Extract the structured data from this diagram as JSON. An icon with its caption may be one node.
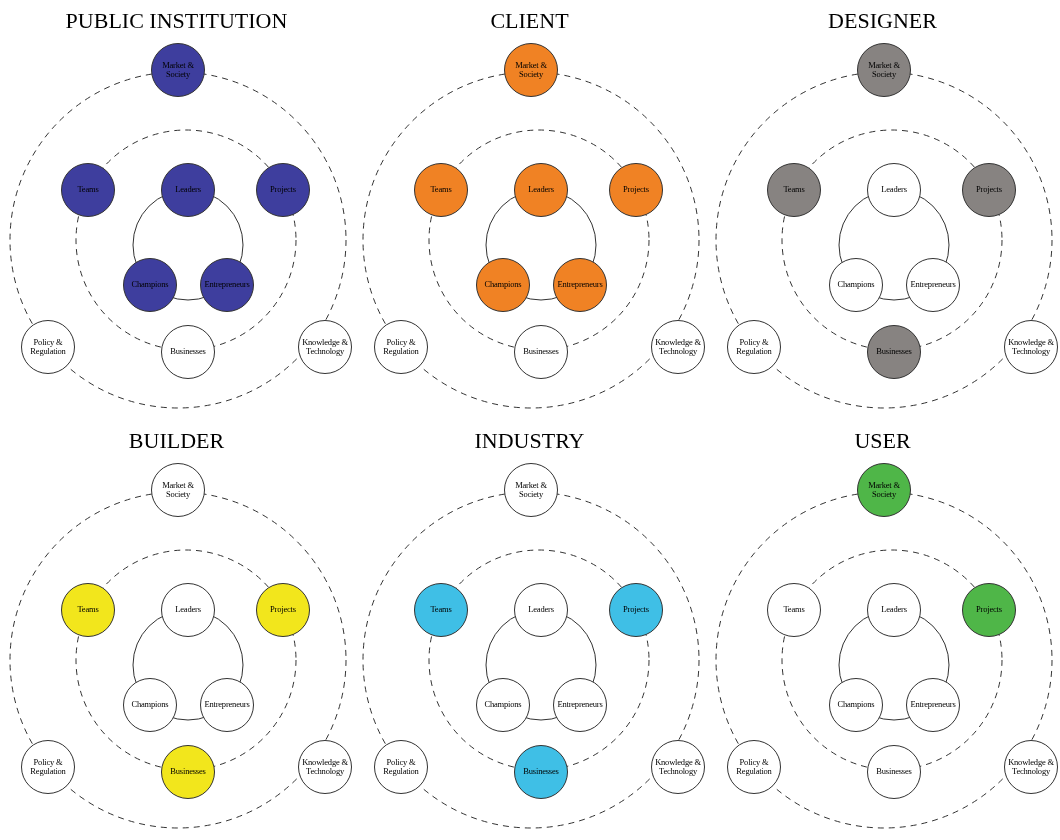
{
  "diagram": {
    "nodes": [
      {
        "text": [
          "PUBLIC INSTITUTION"
        ]
      },
      {
        "text": [
          "Market & Society"
        ]
      },
      {
        "text": [
          "Teams"
        ],
        "in": 0
      },
      {
        "text": [
          "Leaders"
        ],
        "in": 0
      },
      {
        "text": [
          "Projects"
        ],
        "in": 0
      },
      {
        "text": [
          "Champions"
        ],
        "in": 0
      },
      {
        "text": [
          "Entrepreneurs"
        ],
        "in": 0
      },
      {
        "text": [
          "Policy & Regulation"
        ]
      },
      {
        "text": [
          "Businesses"
        ],
        "in": 0
      },
      {
        "text": [
          "Knowledge & Technology"
        ]
      },
      {
        "text": [
          "CLIENT"
        ]
      },
      {
        "text": [
          "Market & Society"
        ]
      },
      {
        "text": [
          "Teams"
        ],
        "in": 10
      },
      {
        "text": [
          "Leaders"
        ],
        "in": 10
      },
      {
        "text": [
          "Projects"
        ],
        "in": 10
      },
      {
        "text": [
          "Champions"
        ],
        "in": 10
      },
      {
        "text": [
          "Entrepreneurs"
        ],
        "in": 10
      },
      {
        "text": [
          "Policy & Regulation"
        ]
      },
      {
        "text": [
          "Businesses"
        ],
        "in": 10
      },
      {
        "text": [
          "Knowledge & Technology"
        ]
      },
      {
        "text": [
          "DESIGNER"
        ]
      },
      {
        "text": [
          "Market & Society"
        ]
      },
      {
        "text": [
          "Teams"
        ],
        "in": 20
      },
      {
        "text": [
          "Leaders"
        ],
        "in": 20
      },
      {
        "text": [
          "Projects"
        ],
        "in": 20
      },
      {
        "text": [
          "Champions"
        ],
        "in": 20
      },
      {
        "text": [
          "Entrepreneurs"
        ],
        "in": 20
      },
      {
        "text": [
          "Policy & Regulation"
        ]
      },
      {
        "text": [
          "Businesses"
        ],
        "in": 20
      },
      {
        "text": [
          "Knowledge & Technology"
        ]
      },
      {
        "text": [
          "BUILDER"
        ]
      },
      {
        "text": [
          "Market & Society"
        ]
      },
      {
        "text": [
          "Teams"
        ],
        "in": 30
      },
      {
        "text": [
          "Leaders"
        ],
        "in": 30
      },
      {
        "text": [
          "Projects"
        ],
        "in": 30
      },
      {
        "text": [
          "Champions"
        ],
        "in": 30
      },
      {
        "text": [
          "Entrepreneurs"
        ],
        "in": 30
      },
      {
        "text": [
          "Policy & Regulation"
        ]
      },
      {
        "text": [
          "Businesses"
        ],
        "in": 30
      },
      {
        "text": [
          "Knowledge & Technology"
        ]
      },
      {
        "text": [
          "INDUSTRY"
        ]
      },
      {
        "text": [
          "Market & Society"
        ]
      },
      {
        "text": [
          "Teams"
        ],
        "in": 40
      },
      {
        "text": [
          "Leaders"
        ],
        "in": 40
      },
      {
        "text": [
          "Projects"
        ],
        "in": 40
      },
      {
        "text": [
          "Champions"
        ],
        "in": 40
      },
      {
        "text": [
          "Entrepreneurs"
        ],
        "in": 40
      },
      {
        "text": [
          "Policy & Regulation"
        ]
      },
      {
        "text": [
          "Businesses"
        ],
        "in": 40
      },
      {
        "text": [
          "Knowledge & Technology"
        ]
      },
      {
        "text": [
          "USER"
        ]
      },
      {
        "text": [
          "Market & Society"
        ]
      },
      {
        "text": [
          "Teams"
        ],
        "in": 50
      },
      {
        "text": [
          "Leaders"
        ],
        "in": 50
      },
      {
        "text": [
          "Projects"
        ],
        "in": 50
      },
      {
        "text": [
          "Champions"
        ],
        "in": 50
      },
      {
        "text": [
          "Entrepreneurs"
        ],
        "in": 50
      },
      {
        "text": [
          "Policy & Regulation"
        ]
      },
      {
        "text": [
          "Businesses"
        ],
        "in": 50
      },
      {
        "text": [
          "Knowledge & Technology"
        ]
      }
    ]
  }
}
